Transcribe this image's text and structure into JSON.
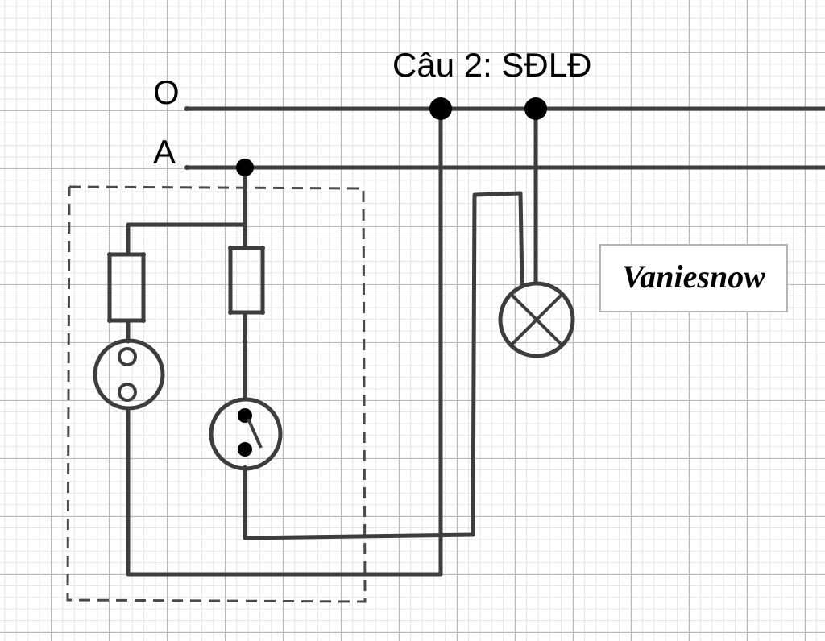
{
  "title": "Câu 2: SĐLĐ",
  "lines": {
    "neutral": "O",
    "phase": "A"
  },
  "signature": "Vaniesnow",
  "icons": {
    "lamp": "lamp-symbol-icon",
    "socket": "socket-symbol-icon",
    "switch": "switch-symbol-icon",
    "fuse": "fuse-symbol-icon"
  },
  "colors": {
    "wire": "#3d3d3d",
    "node": "#000000",
    "grid_major": "#b9b9b9",
    "grid_minor": "#e4e4e4",
    "background": "#ffffff"
  }
}
